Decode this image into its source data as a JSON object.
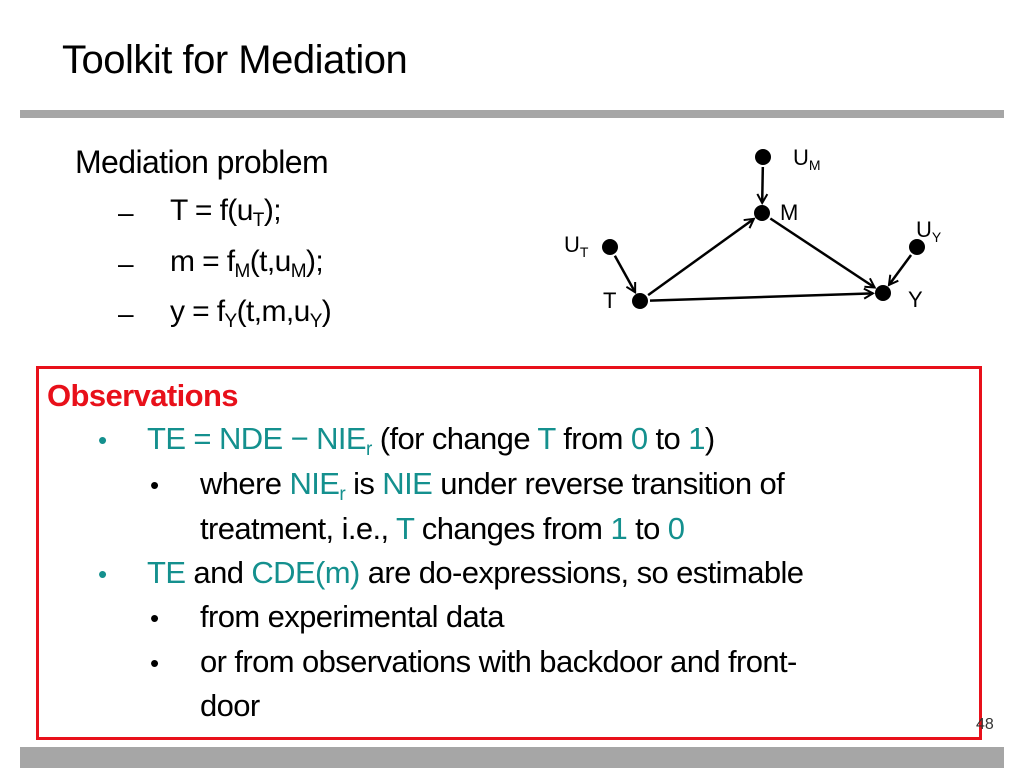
{
  "title": "Toolkit for Mediation",
  "problem": {
    "heading": "Mediation problem",
    "eqs": [
      {
        "bullet": "–",
        "a": "T = f(u",
        "sub1": "T",
        "b": ");",
        "sub2": "",
        "c": ""
      },
      {
        "bullet": "–",
        "a": "m = f",
        "sub1": "M",
        "b": "(t,u",
        "sub2": "M",
        "c": ");"
      },
      {
        "bullet": "–",
        "a": "y = f",
        "sub1": "Y",
        "b": "(t,m,u",
        "sub2": "Y",
        "c": ")"
      }
    ]
  },
  "diagram": {
    "nodes": {
      "UM": {
        "label": "U",
        "sub": "M"
      },
      "M": {
        "label": "M"
      },
      "UT": {
        "label": "U",
        "sub": "T"
      },
      "T": {
        "label": "T"
      },
      "Y": {
        "label": "Y"
      },
      "UY": {
        "label": "U",
        "sub": "Y"
      }
    },
    "edges": [
      [
        "UM",
        "M"
      ],
      [
        "UT",
        "T"
      ],
      [
        "T",
        "M"
      ],
      [
        "M",
        "Y"
      ],
      [
        "T",
        "Y"
      ],
      [
        "UY",
        "Y"
      ]
    ]
  },
  "observations": {
    "title": "Observations",
    "l1": {
      "bullet": "•",
      "a": "TE = NDE − NIE",
      "a_sub": "r",
      "b": " (for change ",
      "c": "T",
      "d": " from ",
      "e": "0",
      "f": " to ",
      "g": "1",
      "h": ")"
    },
    "l2": {
      "bullet": "•",
      "a": "where ",
      "b": "NIE",
      "b_sub": "r",
      "c": " is ",
      "d": "NIE",
      "e": " under reverse transition of"
    },
    "l3": {
      "a": "treatment, i.e., ",
      "b": "T",
      "c": " changes from ",
      "d": "1",
      "e": " to ",
      "f": "0"
    },
    "l4": {
      "bullet": "•",
      "a": "TE",
      "b": " and ",
      "c": "CDE(m)",
      "d": " are do-expressions, so estimable"
    },
    "l5": {
      "bullet": "•",
      "a": "from experimental data"
    },
    "l6": {
      "bullet": "•",
      "a": "or from observations with backdoor and front-"
    },
    "l7": {
      "a": "door"
    }
  },
  "page_number": "48",
  "colors": {
    "accent": "#14908e",
    "box": "#e8101a",
    "rule": "#a6a6a6"
  }
}
